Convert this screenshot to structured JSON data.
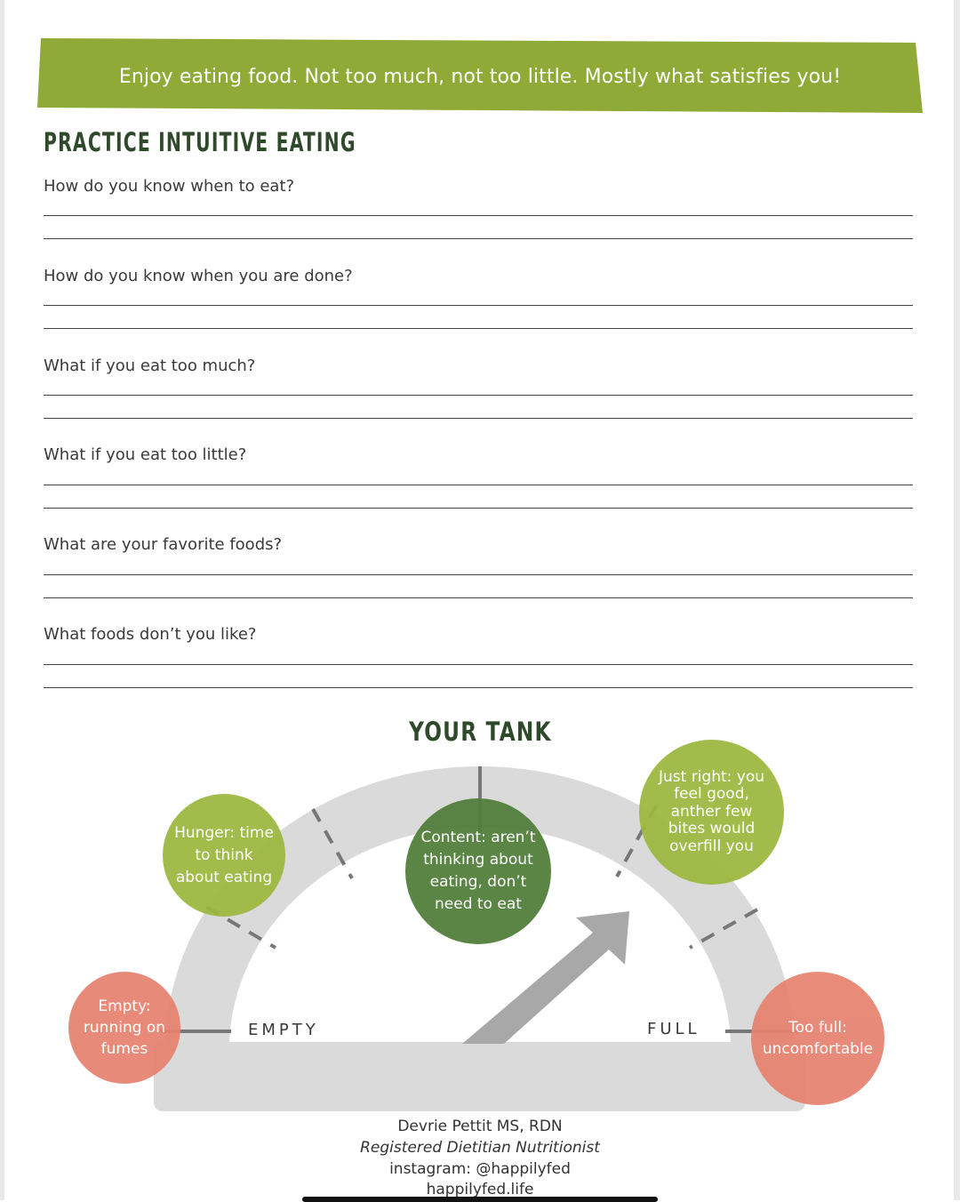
{
  "banner": {
    "text": "Enjoy eating food. Not too much, not too little. Mostly what satisfies you!",
    "color": "#8faa37"
  },
  "section_title": "PRACTICE INTUITIVE EATING",
  "questions": [
    "How do you know when to eat?",
    "How do you know when you are done?",
    "What if you eat too much?",
    "What if you eat too little?",
    "What are your favorite foods?",
    "What foods don’t you like?"
  ],
  "tank": {
    "title": "YOUR TANK",
    "empty_label": "EMPTY",
    "full_label": "FULL",
    "bubbles": {
      "empty": [
        "Empty:",
        "running on",
        "fumes"
      ],
      "hunger": [
        "Hunger: time",
        "to think",
        "about eating"
      ],
      "content": [
        "Content: aren’t",
        "thinking about",
        "eating, don’t",
        "need to eat"
      ],
      "just_right": [
        "Just right: you",
        "feel good,",
        "anther few",
        "bites would",
        "overfill you"
      ],
      "too_full": [
        "Too full:",
        "uncomfortable"
      ]
    },
    "colors": {
      "salmon": "#e7826f",
      "light_green": "#9bb83e",
      "dark_green": "#527f3c",
      "arc_gray": "#dadada",
      "arrow_gray": "#a8a8a8"
    }
  },
  "footer": {
    "name": "Devrie Pettit MS, RDN",
    "title": "Registered Dietitian Nutritionist",
    "instagram": "instagram: @happilyfed",
    "website": "happilyfed.life"
  }
}
